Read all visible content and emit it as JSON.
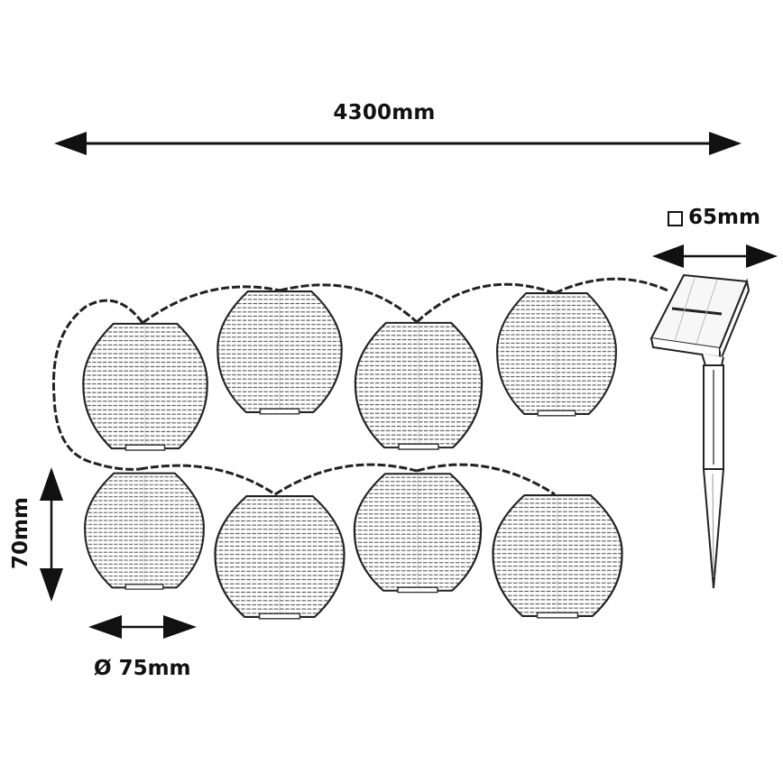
{
  "diagram": {
    "title": "Solar lantern string light dimensions",
    "subject": "string of 8 paper lanterns connected by twisted cable to solar panel on ground stake",
    "dimensions": {
      "total_length": "4300mm",
      "solar_panel_size": "65mm",
      "solar_panel_size_symbol": "square",
      "lantern_height": "70mm",
      "lantern_diameter": "75mm",
      "lantern_diameter_symbol": "Ø"
    },
    "components": {
      "lantern_count": 8,
      "lantern_rows": [
        {
          "row": "top",
          "count": 4
        },
        {
          "row": "bottom",
          "count": 4
        }
      ],
      "solar_panel": "square panel with ground spike",
      "cable": "twisted wire"
    },
    "colors": {
      "line": "#111111",
      "background": "#ffffff",
      "hatch": "#555555"
    }
  }
}
